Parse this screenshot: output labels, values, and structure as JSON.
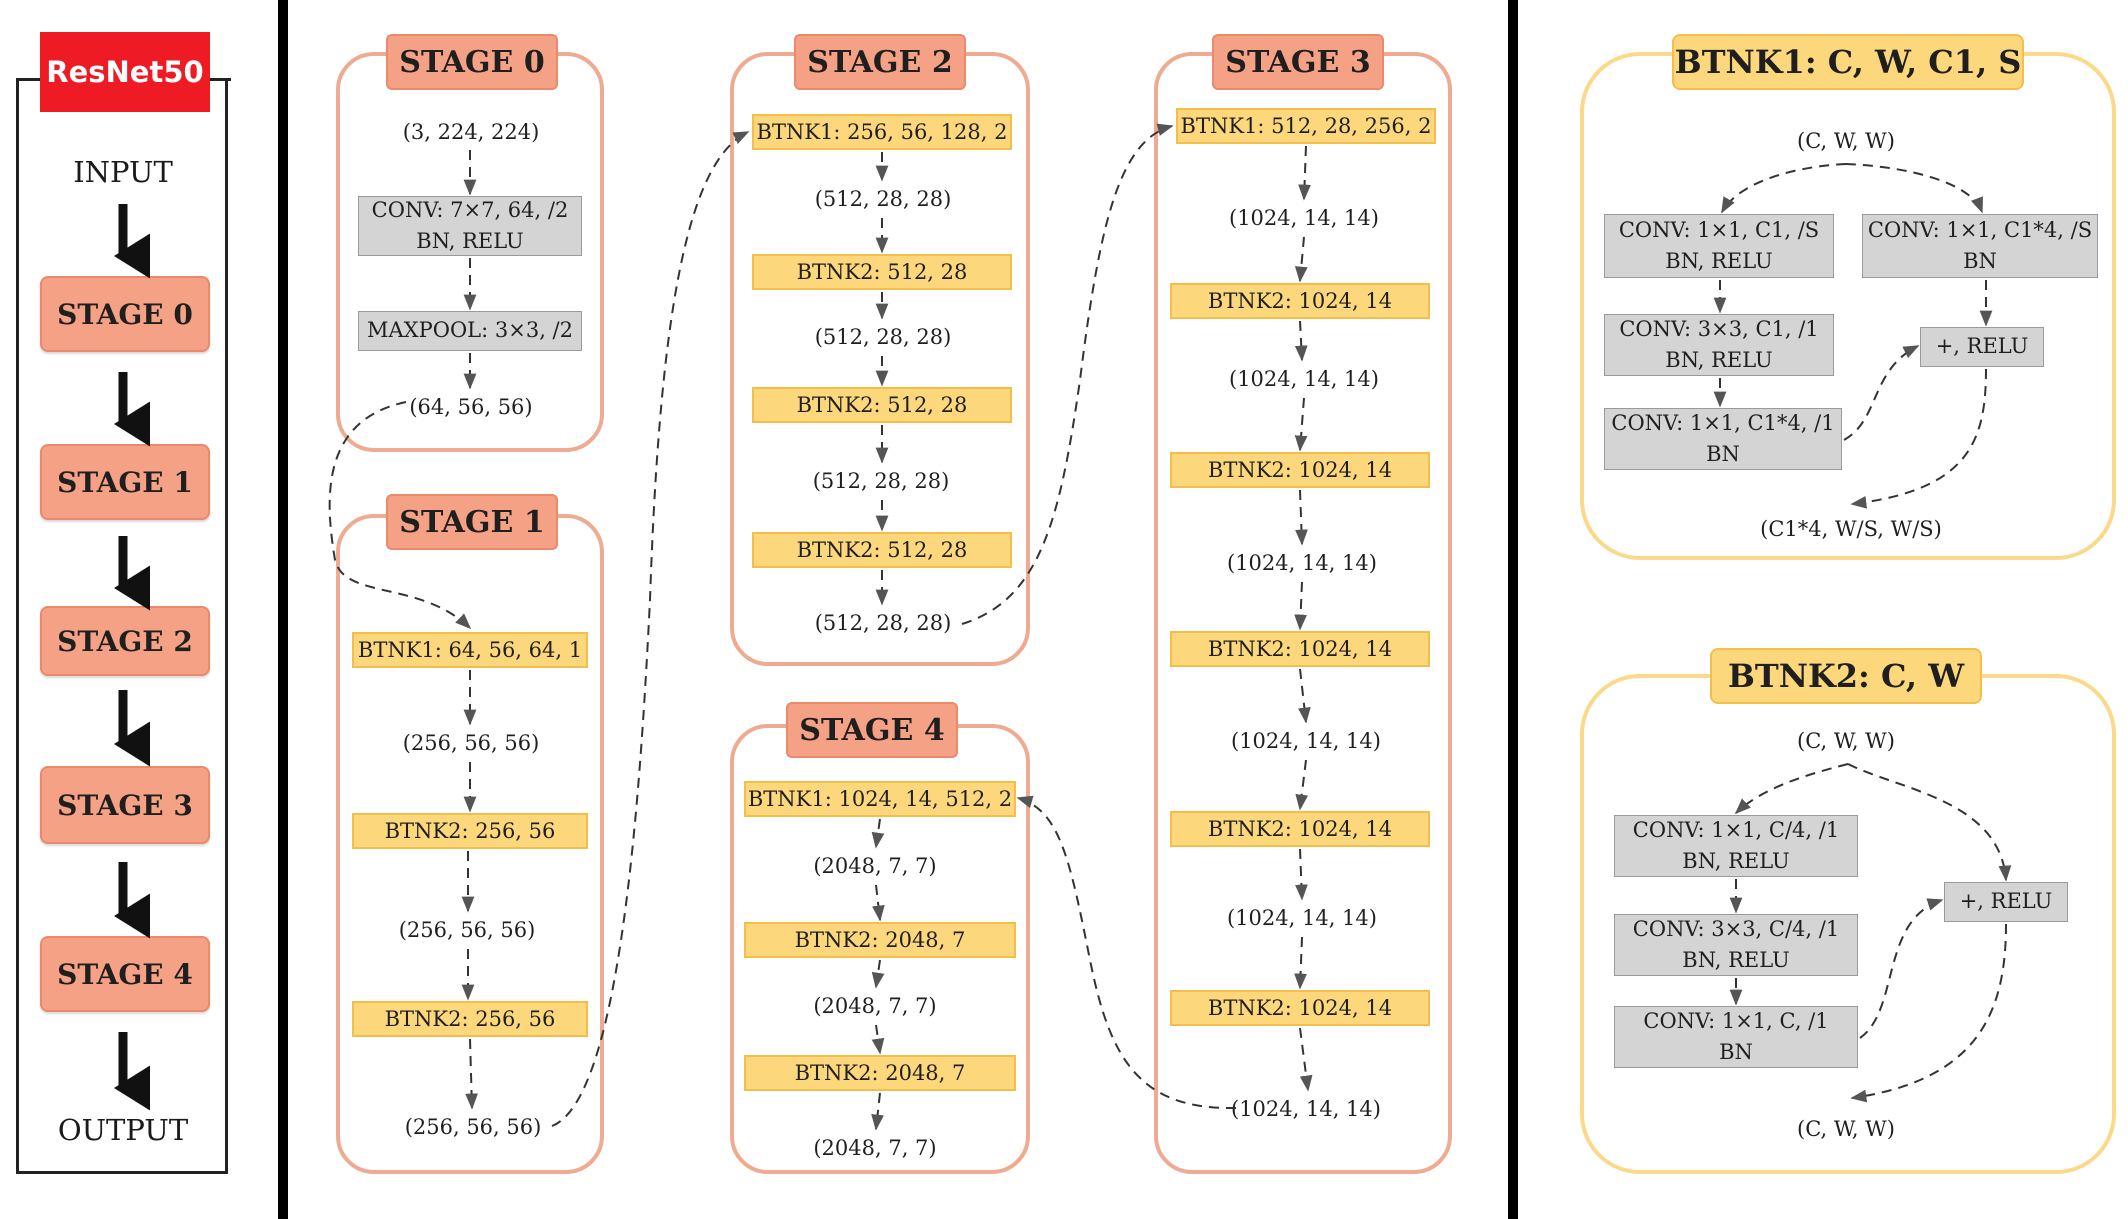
{
  "overview": {
    "title": "ResNet50",
    "input": "INPUT",
    "output": "OUTPUT",
    "stages": [
      "STAGE 0",
      "STAGE 1",
      "STAGE 2",
      "STAGE 3",
      "STAGE 4"
    ]
  },
  "stage0": {
    "title": "STAGE 0",
    "shape_in": "(3, 224, 224)",
    "conv_line1": "CONV:  7×7, 64, /2",
    "conv_line2": "BN, RELU",
    "pool": "MAXPOOL:  3×3, /2",
    "shape_out": "(64, 56, 56)"
  },
  "stage1": {
    "title": "STAGE 1",
    "blocks": [
      "BTNK1:  64, 56, 64, 1",
      "BTNK2:  256, 56",
      "BTNK2:  256, 56"
    ],
    "shapes": [
      "(256, 56, 56)",
      "(256, 56, 56)",
      "(256, 56, 56)"
    ]
  },
  "stage2": {
    "title": "STAGE 2",
    "blocks": [
      "BTNK1:  256, 56, 128, 2",
      "BTNK2:  512, 28",
      "BTNK2:  512, 28",
      "BTNK2:  512, 28"
    ],
    "shapes": [
      "(512, 28, 28)",
      "(512, 28, 28)",
      "(512, 28, 28)",
      "(512, 28, 28)"
    ]
  },
  "stage3": {
    "title": "STAGE 3",
    "blocks": [
      "BTNK1:  512, 28, 256, 2",
      "BTNK2:  1024, 14",
      "BTNK2:  1024, 14",
      "BTNK2:  1024, 14",
      "BTNK2:  1024, 14",
      "BTNK2:  1024, 14"
    ],
    "shapes": [
      "(1024, 14, 14)",
      "(1024, 14, 14)",
      "(1024, 14, 14)",
      "(1024, 14, 14)",
      "(1024, 14, 14)",
      "(1024, 14, 14)"
    ]
  },
  "stage4": {
    "title": "STAGE 4",
    "blocks": [
      "BTNK1:  1024, 14, 512, 2",
      "BTNK2:  2048, 7",
      "BTNK2:  2048, 7"
    ],
    "shapes": [
      "(2048,  7, 7)",
      "(2048,  7, 7)",
      "(2048,  7, 7)"
    ]
  },
  "btnk1": {
    "title": "BTNK1: C, W, C1, S",
    "shape_in": "(C, W, W)",
    "conv_a": [
      "CONV:  1×1, C1, /S",
      "BN, RELU"
    ],
    "conv_b": [
      "CONV:  3×3, C1, /1",
      "BN, RELU"
    ],
    "conv_c": [
      "CONV:  1×1, C1*4, /1",
      "BN"
    ],
    "shortcut": [
      "CONV:  1×1, C1*4, /S",
      "BN"
    ],
    "add": "+, RELU",
    "shape_out": "(C1*4, W/S, W/S)"
  },
  "btnk2": {
    "title": "BTNK2: C, W",
    "shape_in": "(C, W, W)",
    "conv_a": [
      "CONV:  1×1, C/4, /1",
      "BN, RELU"
    ],
    "conv_b": [
      "CONV:  3×3, C/4, /1",
      "BN, RELU"
    ],
    "conv_c": [
      "CONV:  1×1, C, /1",
      "BN"
    ],
    "add": "+, RELU",
    "shape_out": "(C, W, W)"
  }
}
